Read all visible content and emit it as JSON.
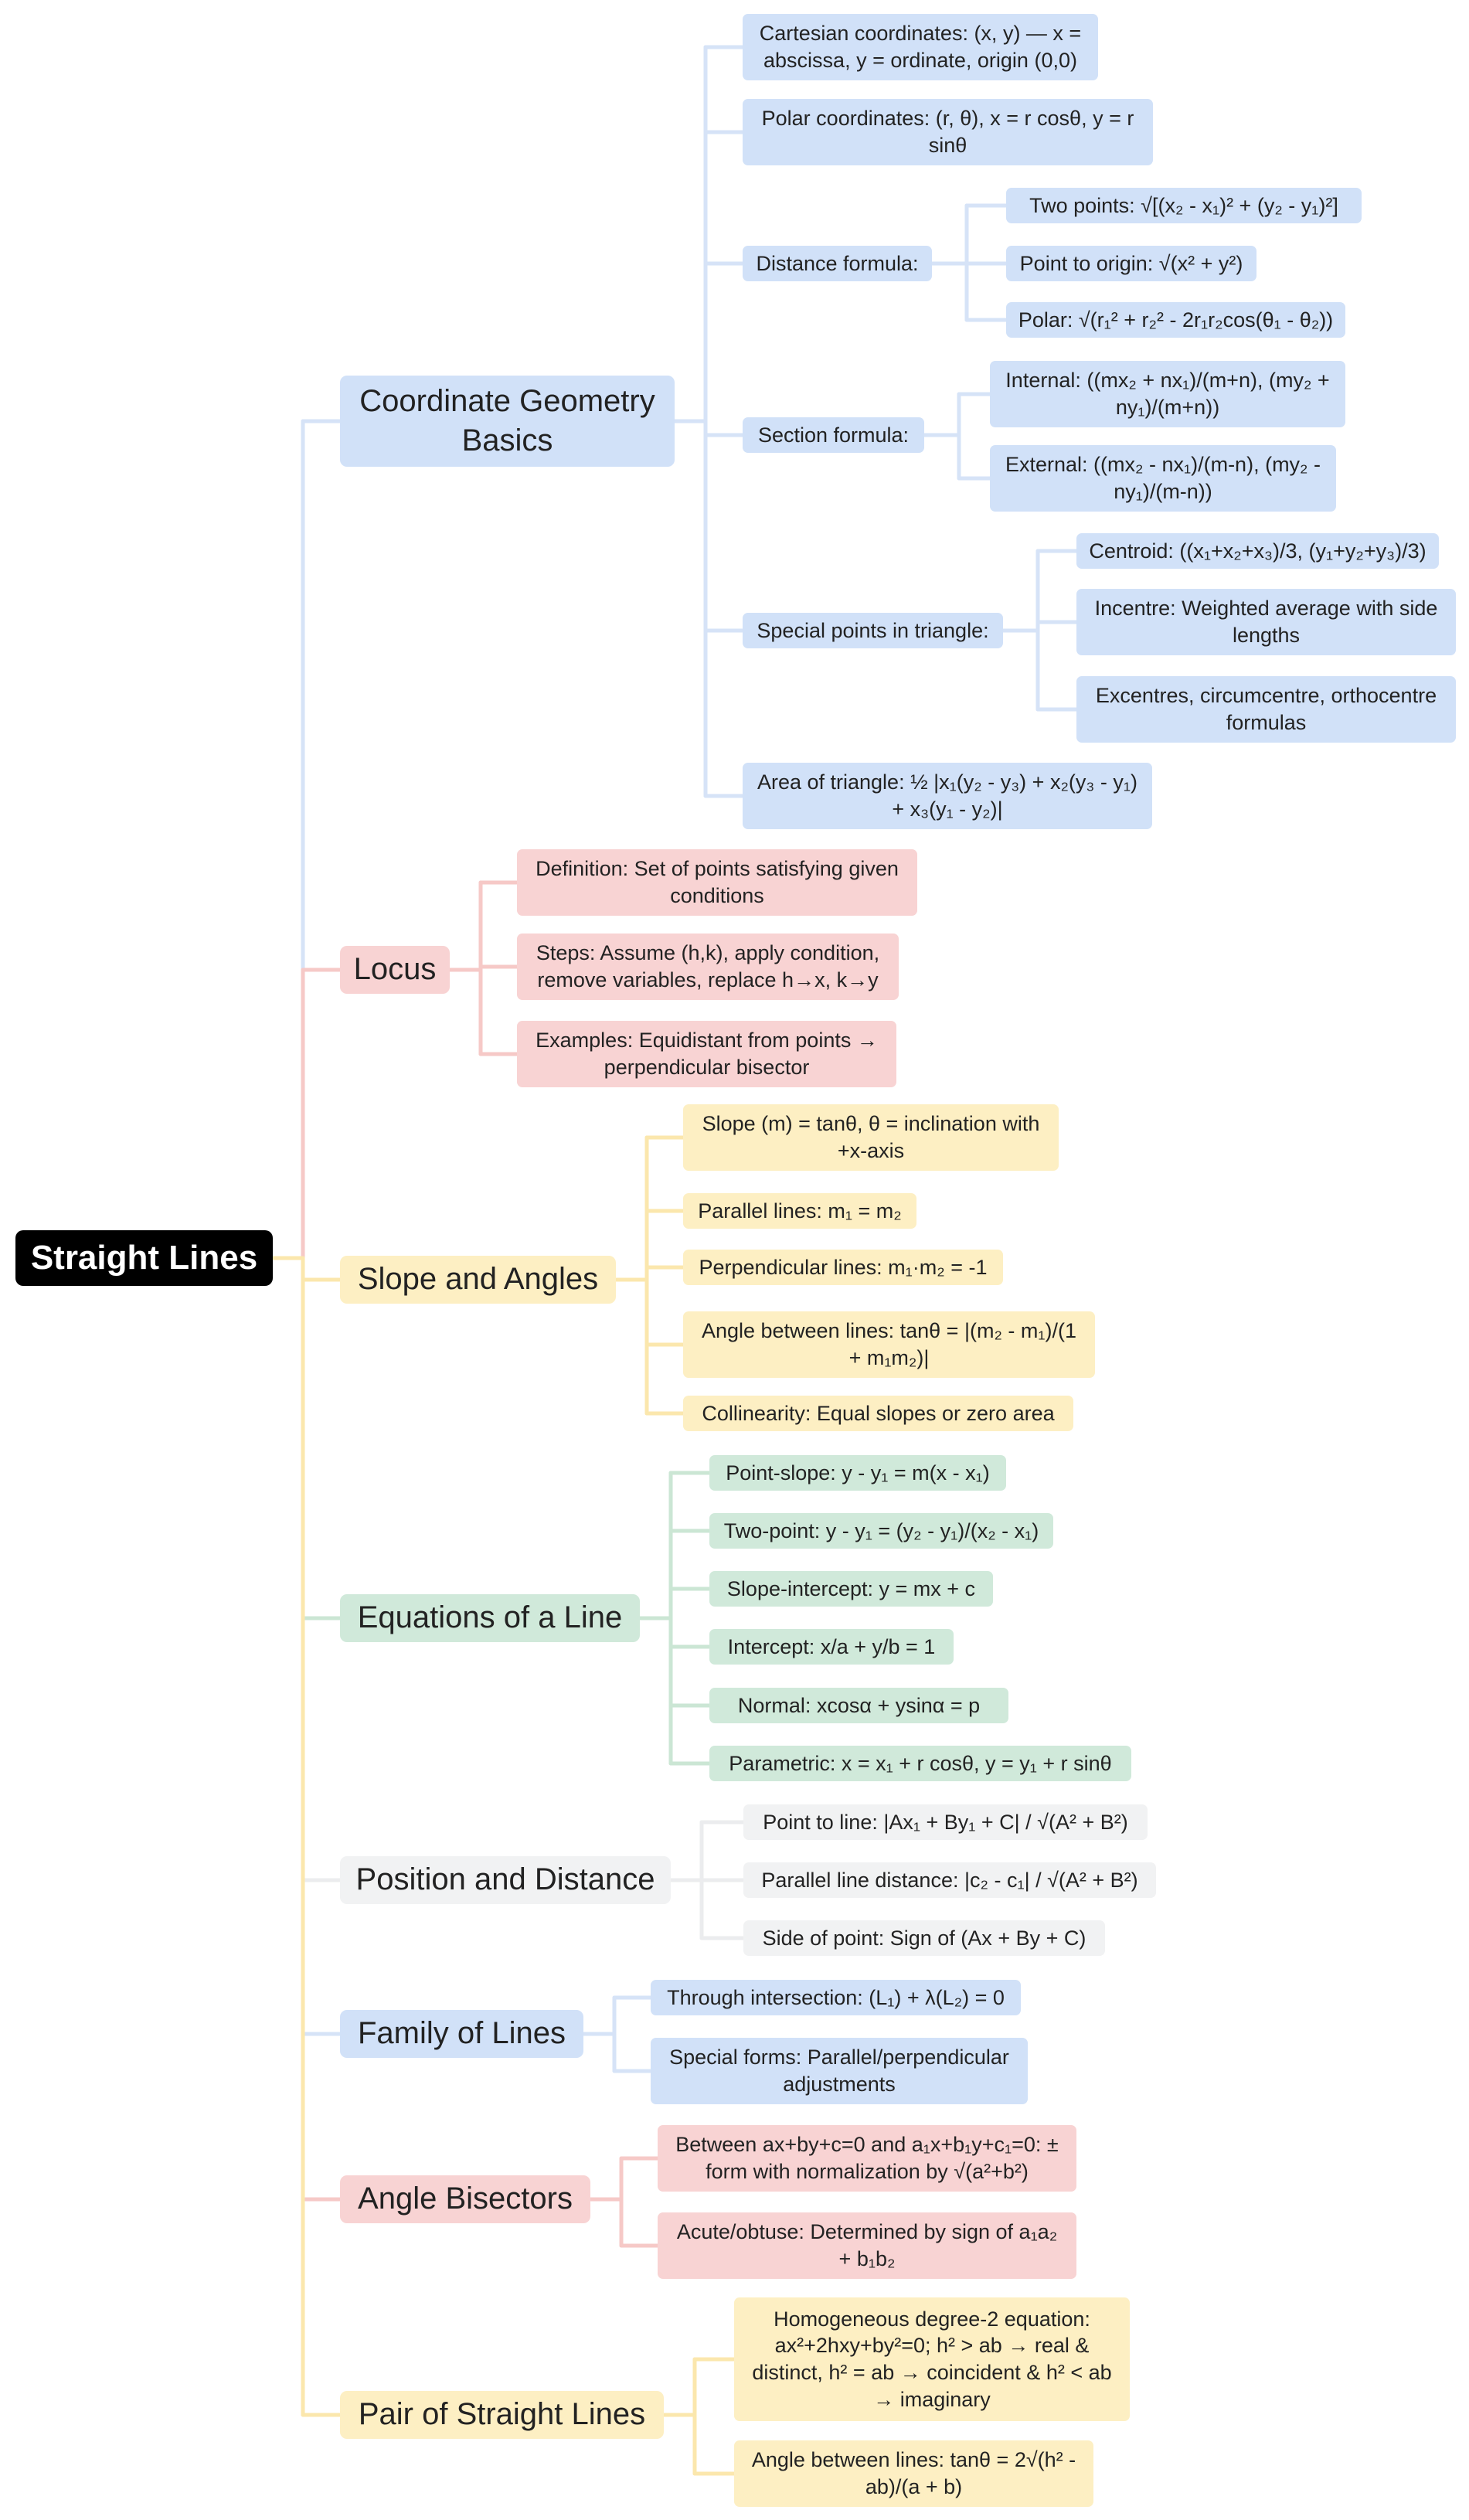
{
  "colors": {
    "blue_fill": "#d1e1f8",
    "blue_line": "#d6e3f7",
    "red_fill": "#f8d3d3",
    "red_line": "#f6c9c7",
    "yellow_fill": "#fdefc3",
    "yellow_line": "#fbe7ad",
    "green_fill": "#d0e9da",
    "green_line": "#cbe6d4",
    "gray_fill": "#f1f2f3",
    "gray_line": "#ebecee",
    "root_fill": "#000000"
  },
  "root": {
    "label": "Straight Lines"
  },
  "branches": [
    {
      "label": "Coordinate Geometry Basics",
      "color": "blue",
      "children": [
        {
          "label": "Cartesian coordinates: (x, y) — x = abscissa, y = ordinate, origin (0,0)"
        },
        {
          "label": "Polar coordinates: (r, θ), x = r cosθ, y = r sinθ"
        },
        {
          "label": "Distance formula:",
          "children": [
            {
              "label": "Two points: √[(x₂ - x₁)² + (y₂ - y₁)²]"
            },
            {
              "label": "Point to origin: √(x² + y²)"
            },
            {
              "label": "Polar: √(r₁² + r₂² - 2r₁r₂cos(θ₁ - θ₂))"
            }
          ]
        },
        {
          "label": "Section formula:",
          "children": [
            {
              "label": "Internal: ((mx₂ + nx₁)/(m+n), (my₂ + ny₁)/(m+n))"
            },
            {
              "label": "External: ((mx₂ - nx₁)/(m-n), (my₂ - ny₁)/(m-n))"
            }
          ]
        },
        {
          "label": "Special points in triangle:",
          "children": [
            {
              "label": "Centroid: ((x₁+x₂+x₃)/3, (y₁+y₂+y₃)/3)"
            },
            {
              "label": "Incentre: Weighted average with side lengths"
            },
            {
              "label": "Excentres, circumcentre, orthocentre formulas"
            }
          ]
        },
        {
          "label": "Area of triangle: ½ |x₁(y₂ - y₃) + x₂(y₃ - y₁) + x₃(y₁ - y₂)|"
        }
      ]
    },
    {
      "label": "Locus",
      "color": "red",
      "children": [
        {
          "label": "Definition: Set of points satisfying given conditions"
        },
        {
          "label": "Steps: Assume (h,k), apply condition, remove variables, replace h→x, k→y"
        },
        {
          "label": "Examples: Equidistant from points → perpendicular bisector"
        }
      ]
    },
    {
      "label": "Slope and Angles",
      "color": "yellow",
      "children": [
        {
          "label": "Slope (m) = tanθ, θ = inclination with +x-axis"
        },
        {
          "label": "Parallel lines: m₁ = m₂"
        },
        {
          "label": "Perpendicular lines: m₁·m₂ = -1"
        },
        {
          "label": "Angle between lines: tanθ = |(m₂ - m₁)/(1 + m₁m₂)|"
        },
        {
          "label": "Collinearity: Equal slopes or zero area"
        }
      ]
    },
    {
      "label": "Equations of a Line",
      "color": "green",
      "children": [
        {
          "label": "Point-slope: y - y₁ = m(x - x₁)"
        },
        {
          "label": "Two-point: y - y₁ = (y₂ - y₁)/(x₂ - x₁)"
        },
        {
          "label": "Slope-intercept: y = mx + c"
        },
        {
          "label": "Intercept: x/a + y/b = 1"
        },
        {
          "label": "Normal: xcosα + ysinα = p"
        },
        {
          "label": "Parametric: x = x₁ + r cosθ, y = y₁ + r sinθ"
        }
      ]
    },
    {
      "label": "Position and Distance",
      "color": "gray",
      "children": [
        {
          "label": "Point to line: |Ax₁ + By₁ + C| / √(A² + B²)"
        },
        {
          "label": "Parallel line distance: |c₂ - c₁| / √(A² + B²)"
        },
        {
          "label": "Side of point: Sign of (Ax + By + C)"
        }
      ]
    },
    {
      "label": "Family of Lines",
      "color": "blue",
      "children": [
        {
          "label": "Through intersection: (L₁) + λ(L₂) = 0"
        },
        {
          "label": "Special forms: Parallel/perpendicular adjustments"
        }
      ]
    },
    {
      "label": "Angle Bisectors",
      "color": "red",
      "children": [
        {
          "label": "Between ax+by+c=0 and a₁x+b₁y+c₁=0: ± form with normalization by √(a²+b²)"
        },
        {
          "label": "Acute/obtuse: Determined by sign of a₁a₂ + b₁b₂"
        }
      ]
    },
    {
      "label": "Pair of Straight Lines",
      "color": "yellow",
      "children": [
        {
          "label": "Homogeneous degree-2 equation: ax²+2hxy+by²=0; h² > ab → real & distinct, h² = ab → coincident & h² < ab → imaginary"
        },
        {
          "label": "Angle between lines: tanθ = 2√(h² - ab)/(a + b)"
        }
      ]
    }
  ]
}
